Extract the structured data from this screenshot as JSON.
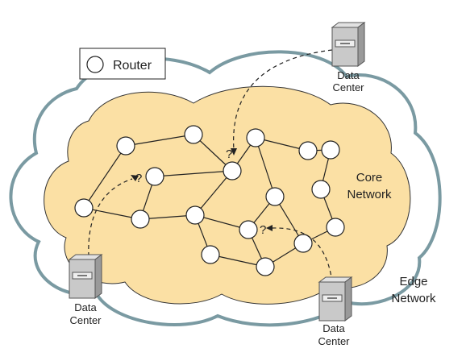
{
  "legend": {
    "label": "Router"
  },
  "labels": {
    "core_line1": "Core",
    "core_line2": "Network",
    "edge_line1": "Edge",
    "edge_line2": "Network"
  },
  "data_centers": [
    {
      "id": "dc-top-right",
      "line1": "Data",
      "line2": "Center"
    },
    {
      "id": "dc-bottom-left",
      "line1": "Data",
      "line2": "Center"
    },
    {
      "id": "dc-bottom-right",
      "line1": "Data",
      "line2": "Center"
    }
  ],
  "unknown_marks": [
    "?",
    "?",
    "?"
  ],
  "colors": {
    "core_fill": "#fbe0a4",
    "edge_outline": "#7a9aa2",
    "router_fill": "#ffffff",
    "server_fill": "#c9c9c9"
  }
}
